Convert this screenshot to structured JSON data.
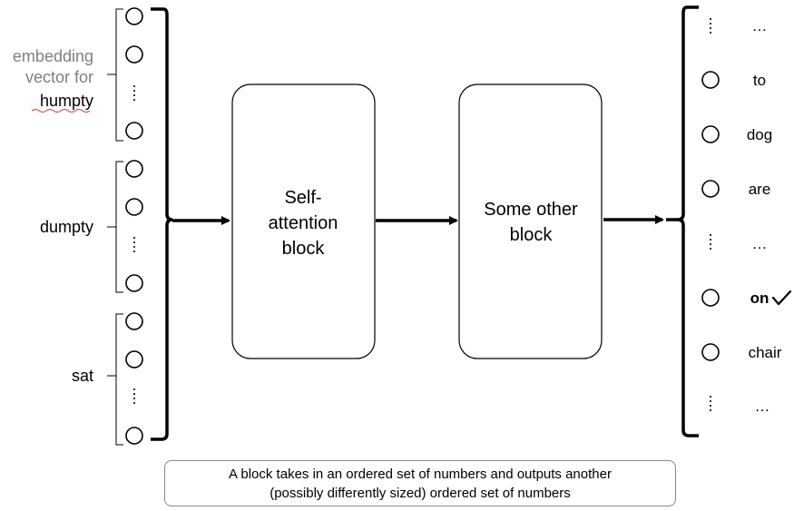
{
  "inputs": {
    "groups": [
      {
        "label_lines": [
          "embedding",
          "vector for",
          "humpty"
        ],
        "spellcheck_word": "humpty"
      },
      {
        "label_lines": [
          "dumpty"
        ]
      },
      {
        "label_lines": [
          "sat"
        ]
      }
    ]
  },
  "blocks": [
    {
      "lines": [
        "Self-",
        "attention",
        "block"
      ]
    },
    {
      "lines": [
        "Some other",
        "block"
      ]
    }
  ],
  "outputs": {
    "items": [
      {
        "text": "…",
        "kind": "ellipsis"
      },
      {
        "text": "to",
        "kind": "circle"
      },
      {
        "text": "dog",
        "kind": "circle"
      },
      {
        "text": "are",
        "kind": "circle"
      },
      {
        "text": "…",
        "kind": "ellipsis"
      },
      {
        "text": "on",
        "kind": "circle",
        "selected": true,
        "mark": "check-icon"
      },
      {
        "text": "chair",
        "kind": "circle"
      },
      {
        "text": "…",
        "kind": "ellipsis"
      }
    ]
  },
  "caption": {
    "line1": "A block takes in an ordered set of numbers and outputs another",
    "line2": "(possibly differently sized) ordered set of numbers"
  },
  "colors": {
    "grey_label": "#7f7f7f",
    "spellcheck": "#e03030",
    "caption_border": "#8a8a8a"
  }
}
